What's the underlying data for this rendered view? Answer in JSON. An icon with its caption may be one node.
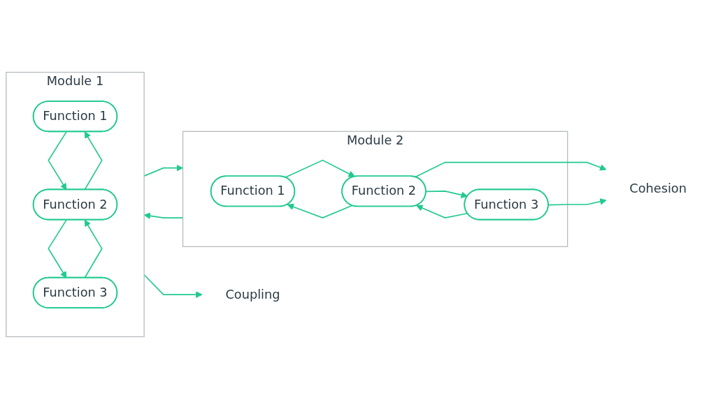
{
  "diagram": {
    "nodes": [
      {
        "text": [
          "Module 1"
        ]
      },
      {
        "text": [
          "Function 1"
        ],
        "in": 0
      },
      {
        "text": [
          "Function 2"
        ],
        "in": 0
      },
      {
        "text": [
          "Function 3"
        ],
        "in": 0
      },
      {
        "text": [
          "Coupling"
        ]
      },
      {
        "text": [
          "Module 2"
        ]
      },
      {
        "text": [
          "Function 1"
        ],
        "in": 5
      },
      {
        "text": [
          "Function 2"
        ],
        "in": 5
      },
      {
        "text": [
          "Function 3"
        ],
        "in": 5
      },
      {
        "text": [
          "Cohesion"
        ]
      }
    ],
    "edges": [
      {
        "from": 1,
        "to": 2,
        "arrow": "to"
      },
      {
        "from": 2,
        "to": 1,
        "arrow": "to"
      },
      {
        "from": 2,
        "to": 3,
        "arrow": "to"
      },
      {
        "from": 3,
        "to": 2,
        "arrow": "to"
      },
      {
        "from": 0,
        "to": 5,
        "arrow": "to"
      },
      {
        "from": 0,
        "to": 4,
        "arrow": "to"
      },
      {
        "from": 5,
        "to": 0,
        "arrow": "to"
      },
      {
        "from": 6,
        "to": 7,
        "arrow": "to"
      },
      {
        "from": 7,
        "to": 6,
        "arrow": "to"
      },
      {
        "from": 7,
        "to": 8,
        "arrow": "to"
      },
      {
        "from": 8,
        "to": 7,
        "arrow": "to"
      },
      {
        "from": 7,
        "to": 9,
        "arrow": "to"
      },
      {
        "from": 8,
        "to": 9,
        "arrow": "to"
      }
    ]
  }
}
